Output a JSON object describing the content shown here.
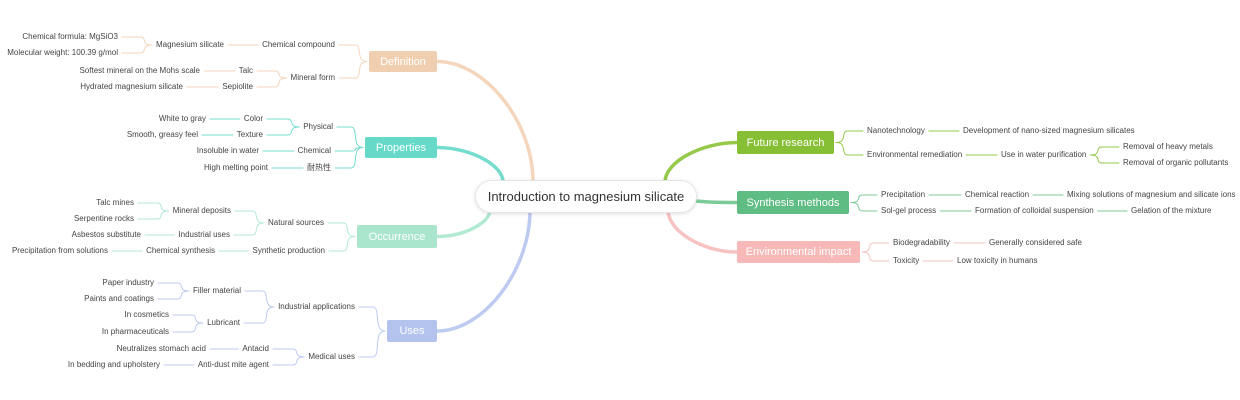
{
  "center": "Introduction to magnesium silicate",
  "branches": [
    {
      "label": "Definition",
      "color": "#f0cfb0",
      "line": "#f3d6bb",
      "children": [
        {
          "label": "Chemical compound",
          "children": [
            {
              "label": "Magnesium silicate",
              "children": [
                {
                  "label": "Chemical formula: MgSiO3"
                },
                {
                  "label": "Molecular weight: 100.39 g/mol"
                }
              ]
            }
          ]
        },
        {
          "label": "Mineral form",
          "children": [
            {
              "label": "Talc",
              "children": [
                {
                  "label": "Softest mineral on the Mohs scale"
                }
              ]
            },
            {
              "label": "Sepiolite",
              "children": [
                {
                  "label": "Hydrated magnesium silicate"
                }
              ]
            }
          ]
        }
      ]
    },
    {
      "label": "Properties",
      "color": "#66d9c8",
      "line": "#74ddcd",
      "children": [
        {
          "label": "Physical",
          "children": [
            {
              "label": "Color",
              "children": [
                {
                  "label": "White to gray"
                }
              ]
            },
            {
              "label": "Texture",
              "children": [
                {
                  "label": "Smooth, greasy feel"
                }
              ]
            }
          ]
        },
        {
          "label": "Chemical",
          "children": [
            {
              "label": "Insoluble in water"
            }
          ]
        },
        {
          "label": "耐热性",
          "children": [
            {
              "label": "High melting point"
            }
          ]
        }
      ]
    },
    {
      "label": "Occurrence",
      "color": "#a9e6cd",
      "line": "#b3ead3",
      "children": [
        {
          "label": "Natural sources",
          "children": [
            {
              "label": "Mineral deposits",
              "children": [
                {
                  "label": "Talc mines"
                },
                {
                  "label": "Serpentine rocks"
                }
              ]
            },
            {
              "label": "Industrial uses",
              "children": [
                {
                  "label": "Asbestos substitute"
                }
              ]
            }
          ]
        },
        {
          "label": "Synthetic production",
          "children": [
            {
              "label": "Chemical synthesis",
              "children": [
                {
                  "label": "Precipitation from solutions"
                }
              ]
            }
          ]
        }
      ]
    },
    {
      "label": "Uses",
      "color": "#b4c3ee",
      "line": "#bdcbf0",
      "children": [
        {
          "label": "Industrial applications",
          "children": [
            {
              "label": "Filler material",
              "children": [
                {
                  "label": "Paper industry"
                },
                {
                  "label": "Paints and coatings"
                }
              ]
            },
            {
              "label": "Lubricant",
              "children": [
                {
                  "label": "In cosmetics"
                },
                {
                  "label": "In pharmaceuticals"
                }
              ]
            }
          ]
        },
        {
          "label": "Medical uses",
          "children": [
            {
              "label": "Antacid",
              "children": [
                {
                  "label": "Neutralizes stomach acid"
                }
              ]
            },
            {
              "label": "Anti-dust mite agent",
              "children": [
                {
                  "label": "In bedding and upholstery"
                }
              ]
            }
          ]
        }
      ]
    },
    {
      "label": "Future research",
      "color": "#86bf33",
      "line": "#96c94a",
      "children": [
        {
          "label": "Nanotechnology",
          "children": [
            {
              "label": "Development of nano-sized magnesium silicates"
            }
          ]
        },
        {
          "label": "Environmental remediation",
          "children": [
            {
              "label": "Use in water purification",
              "children": [
                {
                  "label": "Removal of heavy metals"
                },
                {
                  "label": "Removal of organic pollutants"
                }
              ]
            }
          ]
        }
      ]
    },
    {
      "label": "Synthesis methods",
      "color": "#5fbd84",
      "line": "#7ccb99",
      "children": [
        {
          "label": "Precipitation",
          "children": [
            {
              "label": "Chemical reaction",
              "children": [
                {
                  "label": "Mixing solutions of magnesium and silicate ions"
                }
              ]
            }
          ]
        },
        {
          "label": "Sol-gel process",
          "children": [
            {
              "label": "Formation of colloidal suspension",
              "children": [
                {
                  "label": "Gelation of the mixture"
                }
              ]
            }
          ]
        }
      ]
    },
    {
      "label": "Environmental impact",
      "color": "#f7b8b8",
      "line": "#f7c2c2",
      "children": [
        {
          "label": "Biodegradability",
          "children": [
            {
              "label": "Generally considered safe"
            }
          ]
        },
        {
          "label": "Toxicity",
          "children": [
            {
              "label": "Low toxicity in humans"
            }
          ]
        }
      ]
    }
  ]
}
